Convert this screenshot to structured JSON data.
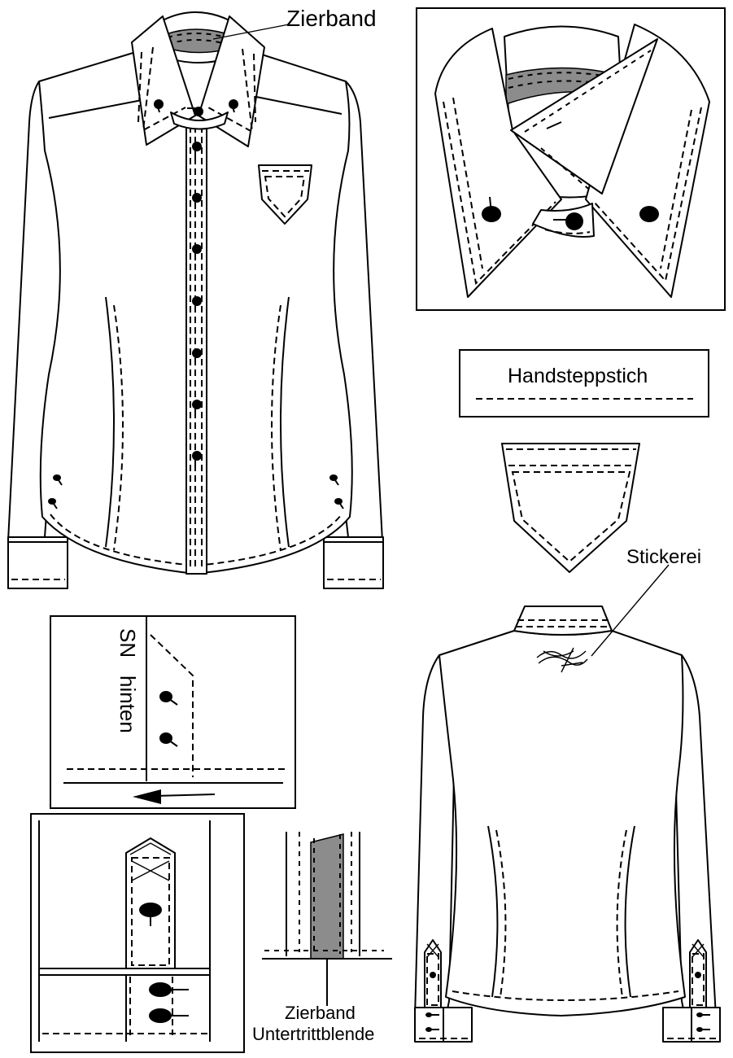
{
  "labels": {
    "zierband": "Zierband",
    "handsteppstich": "Handsteppstich",
    "stickerei": "Stickerei",
    "sn": "SN",
    "hinten": "hinten",
    "zierband_bottom": "Zierband",
    "untertrittblende": "Untertrittblende"
  },
  "colors": {
    "line": "#000000",
    "ribbon": "#8c8c8c",
    "background": "#ffffff"
  }
}
